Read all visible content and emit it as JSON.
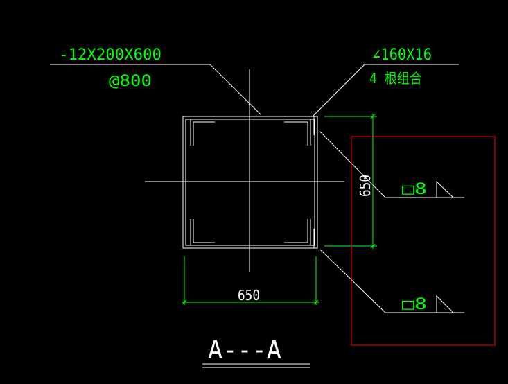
{
  "colors": {
    "background": "#000000",
    "white": "#ffffff",
    "green": "#00ff00",
    "red": "#ff0000"
  },
  "labels": {
    "plate_spec": "-12X200X600",
    "plate_spacing": "@800",
    "angle_spec": "∠160X16",
    "angle_count": "4 根组合",
    "dim_bottom": "650",
    "dim_right": "650",
    "weld_top": "□8",
    "weld_bottom": "□8",
    "section_title": "A---A"
  }
}
